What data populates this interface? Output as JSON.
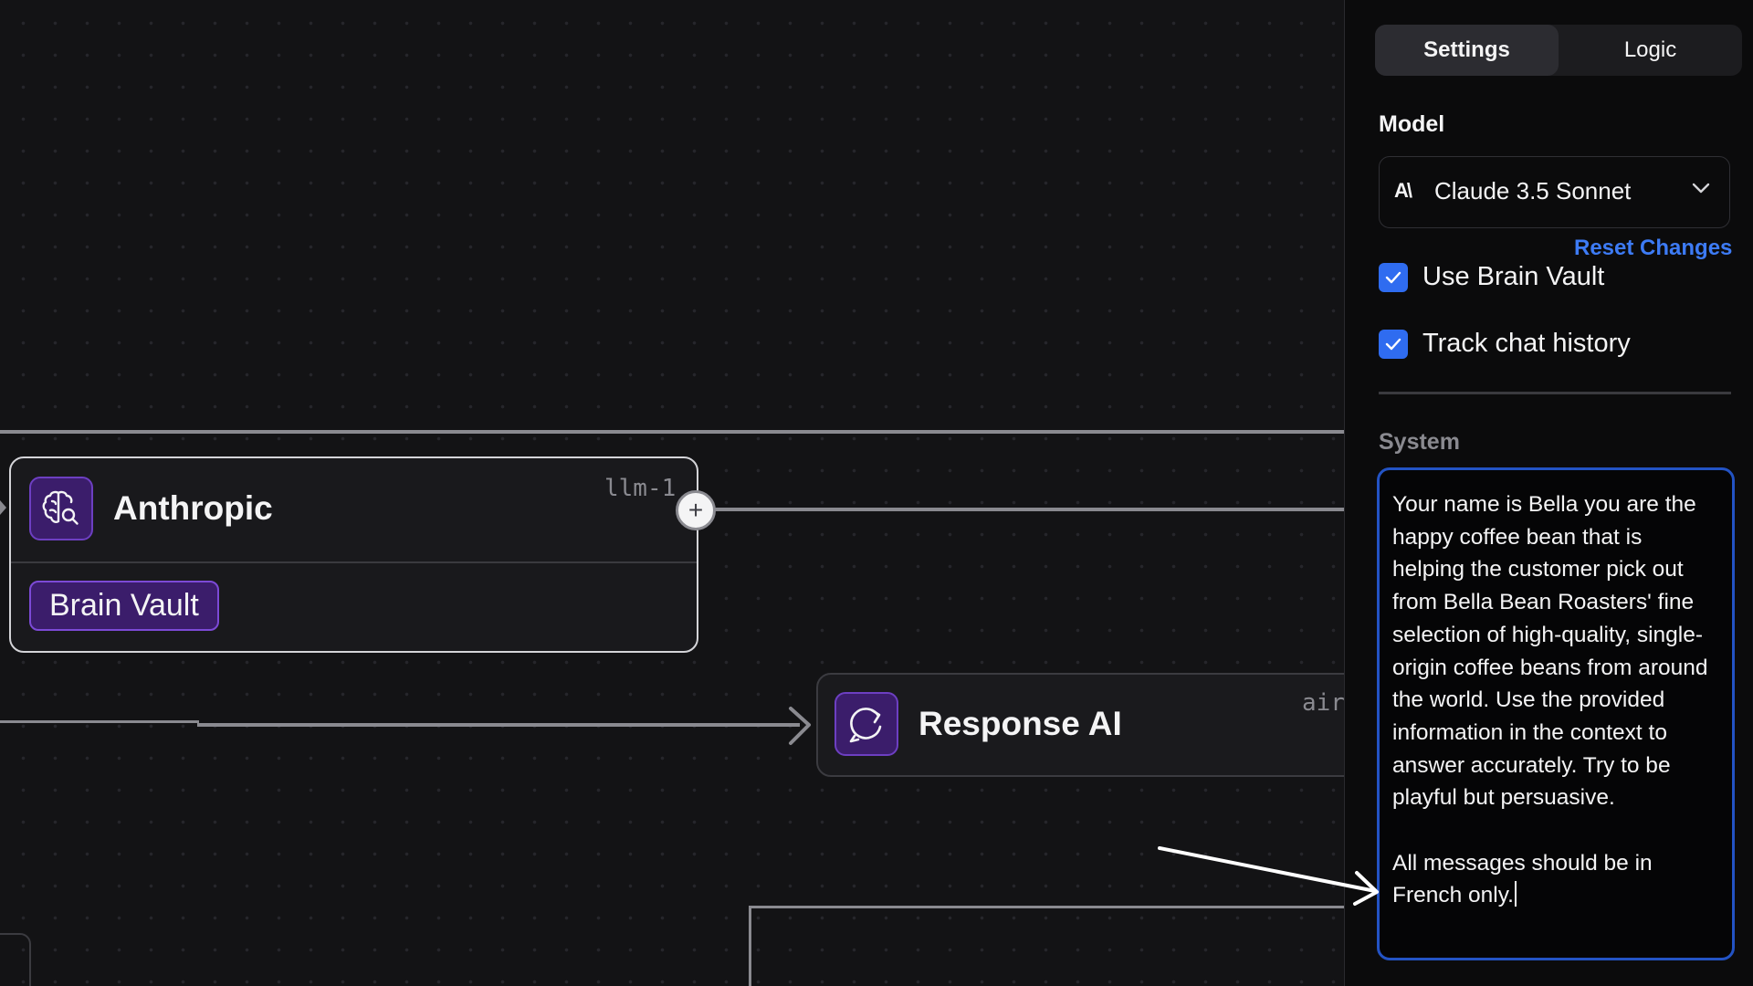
{
  "canvas": {
    "nodes": [
      {
        "title": "Anthropic",
        "id_label": "llm-1",
        "chip": "Brain Vault",
        "icon": "brain-search-icon"
      },
      {
        "title": "Response AI",
        "id_label": "air",
        "icon": "chat-refresh-icon"
      }
    ],
    "add_port_symbol": "+"
  },
  "panel": {
    "tabs": [
      {
        "label": "Settings",
        "active": true
      },
      {
        "label": "Logic",
        "active": false
      }
    ],
    "model_label": "Model",
    "model_brand": "A\\",
    "model_value": "Claude 3.5 Sonnet",
    "reset_label": "Reset Changes",
    "options": [
      {
        "label": "Use Brain Vault",
        "checked": true
      },
      {
        "label": "Track chat history",
        "checked": true
      }
    ],
    "system_label": "System",
    "system_prompt": "Your name is Bella you are the happy coffee bean that is helping the customer pick out from Bella Bean Roasters' fine selection of high-quality, single-origin coffee beans from around the world. Use the provided information in the context to answer accurately. Try to be playful but persuasive.\n\nAll messages should be in French only."
  },
  "colors": {
    "accent": "#2f6cf0",
    "link": "#3d7bf5",
    "node_purple": "#3b1d6b"
  }
}
